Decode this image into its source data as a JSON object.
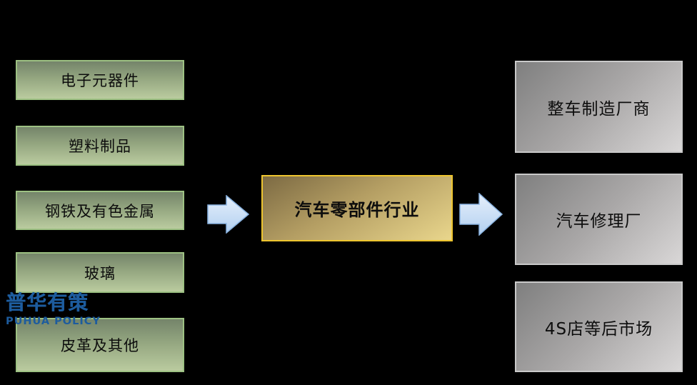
{
  "diagram": {
    "upstream": {
      "items": [
        {
          "label": "电子元器件"
        },
        {
          "label": "塑料制品"
        },
        {
          "label": "钢铁及有色金属"
        },
        {
          "label": "玻璃"
        },
        {
          "label": "皮革及其他"
        }
      ]
    },
    "core": {
      "label": "汽车零部件行业"
    },
    "downstream": {
      "items": [
        {
          "label": "整车制造厂商"
        },
        {
          "label": "汽车修理厂"
        },
        {
          "label": "4S店等后市场"
        }
      ]
    },
    "watermark": {
      "cn": "普华有策",
      "en": "PUHUA POLICY"
    },
    "colors": {
      "background": "#000000",
      "upstream_fill_top": "#74846a",
      "upstream_fill_bottom": "#bacb9f",
      "upstream_border": "#9dc183",
      "core_fill_top": "#7c6a43",
      "core_fill_bottom": "#e9d68c",
      "core_border": "#eec52f",
      "downstream_fill_top": "#7f7f7f",
      "downstream_fill_bottom": "#d9d7d7",
      "downstream_border": "#c9c9c9",
      "arrow_fill": "#c3d9f4",
      "arrow_border": "#8ab4e2",
      "watermark_blue": "#1d5c9e",
      "text": "#0d0d0d"
    }
  }
}
